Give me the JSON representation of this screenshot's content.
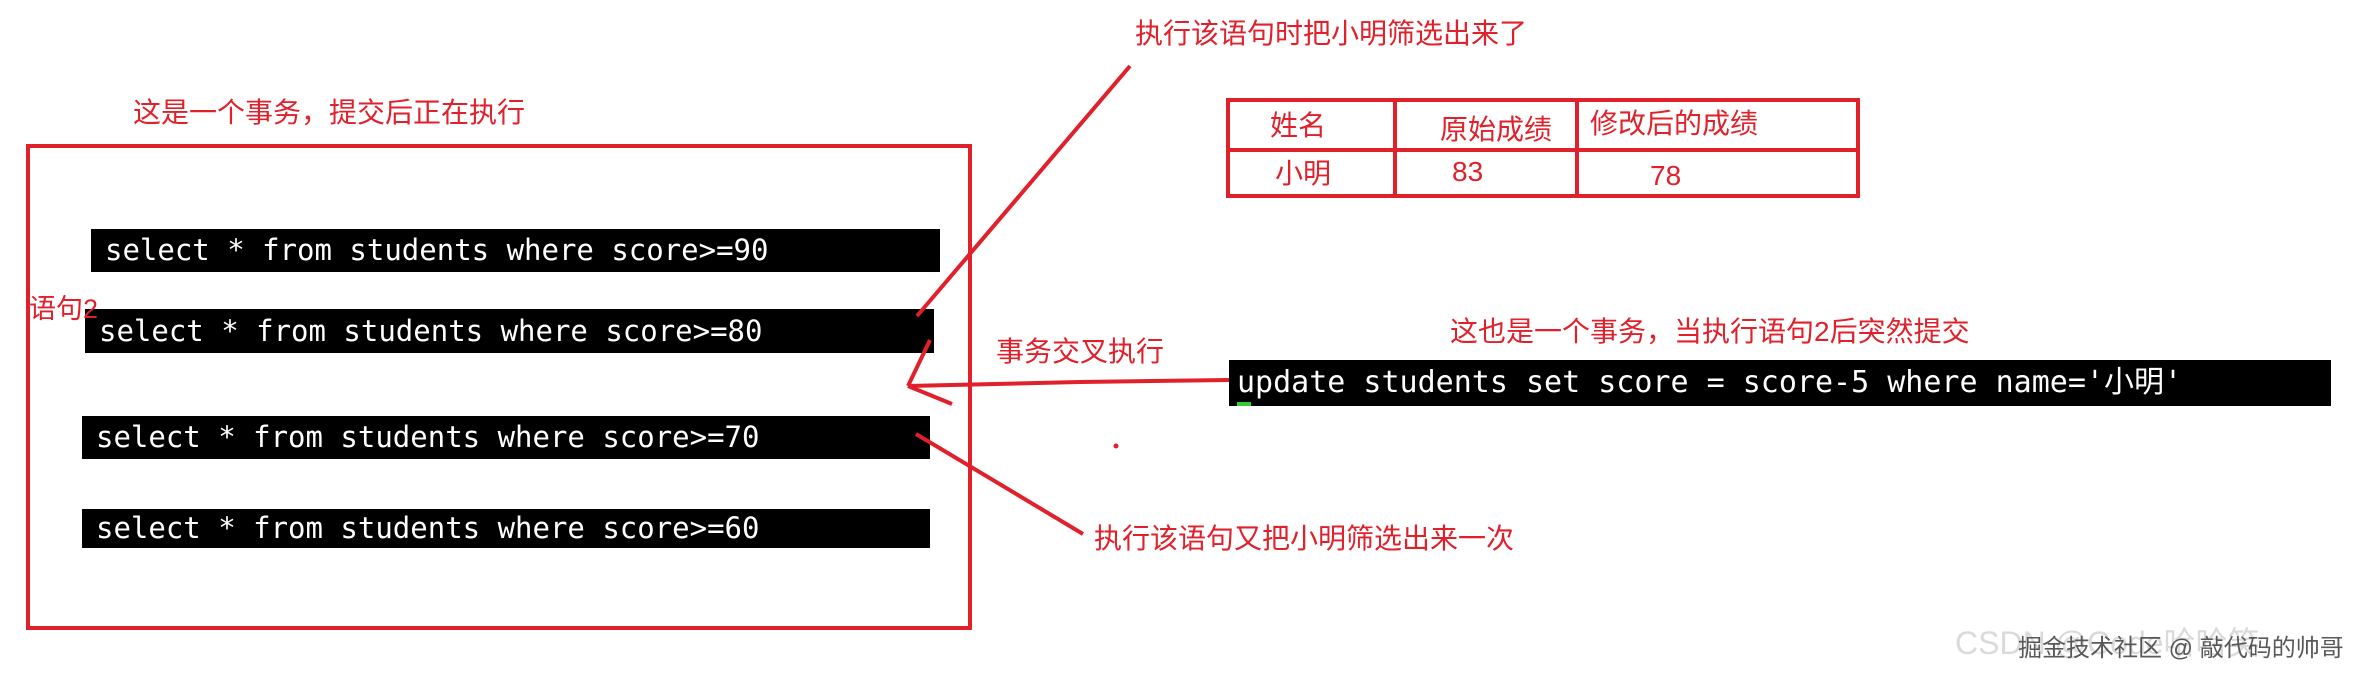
{
  "transaction1": {
    "caption": "这是一个事务，提交后正在执行",
    "statement_label": "语句2",
    "statements": [
      "select * from students where score>=90",
      "select * from students where score>=80",
      "select * from students where score>=70",
      "select * from students where score>=60"
    ]
  },
  "transaction2": {
    "caption": "这也是一个事务，当执行语句2后突然提交",
    "statement": "update students set score = score-5 where name='小明'"
  },
  "annotations": {
    "first_select": "执行该语句时把小明筛选出来了",
    "interleave": "事务交叉执行",
    "second_select": "执行该语句又把小明筛选出来一次"
  },
  "table": {
    "headers": [
      "姓名",
      "原始成绩",
      "修改后的成绩"
    ],
    "row": [
      "小明",
      "83",
      "78"
    ]
  },
  "watermark": {
    "back": "CSDN @Code哈哈笑",
    "front": "掘金技术社区 @ 敲代码的帅哥"
  },
  "colors": {
    "annotation": "#e0202a",
    "terminal_bg": "#000000",
    "terminal_text": "#ffffff"
  }
}
